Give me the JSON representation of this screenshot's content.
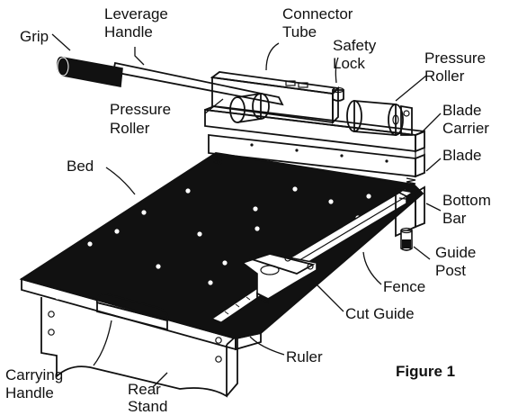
{
  "labels": {
    "grip": "Grip",
    "leverage_handle_1": "Leverage",
    "leverage_handle_2": "Handle",
    "connector_tube_1": "Connector",
    "connector_tube_2": "Tube",
    "safety_lock_1": "Safety",
    "safety_lock_2": "Lock",
    "pressure_roller_right_1": "Pressure",
    "pressure_roller_right_2": "Roller",
    "pressure_roller_left_1": "Pressure",
    "pressure_roller_left_2": "Roller",
    "blade_carrier_1": "Blade",
    "blade_carrier_2": "Carrier",
    "blade": "Blade",
    "bed": "Bed",
    "bottom_bar_1": "Bottom",
    "bottom_bar_2": "Bar",
    "guide_post_1": "Guide",
    "guide_post_2": "Post",
    "fence": "Fence",
    "cut_guide": "Cut Guide",
    "ruler": "Ruler",
    "carrying_handle_1": "Carrying",
    "carrying_handle_2": "Handle",
    "rear_stand_1": "Rear",
    "rear_stand_2": "Stand"
  },
  "caption": "Figure 1",
  "colors": {
    "line": "#111111",
    "bed": "#111111",
    "background": "#ffffff",
    "hole": "#ffffff"
  },
  "icon_names": [
    "floor-cutter-illustration"
  ]
}
